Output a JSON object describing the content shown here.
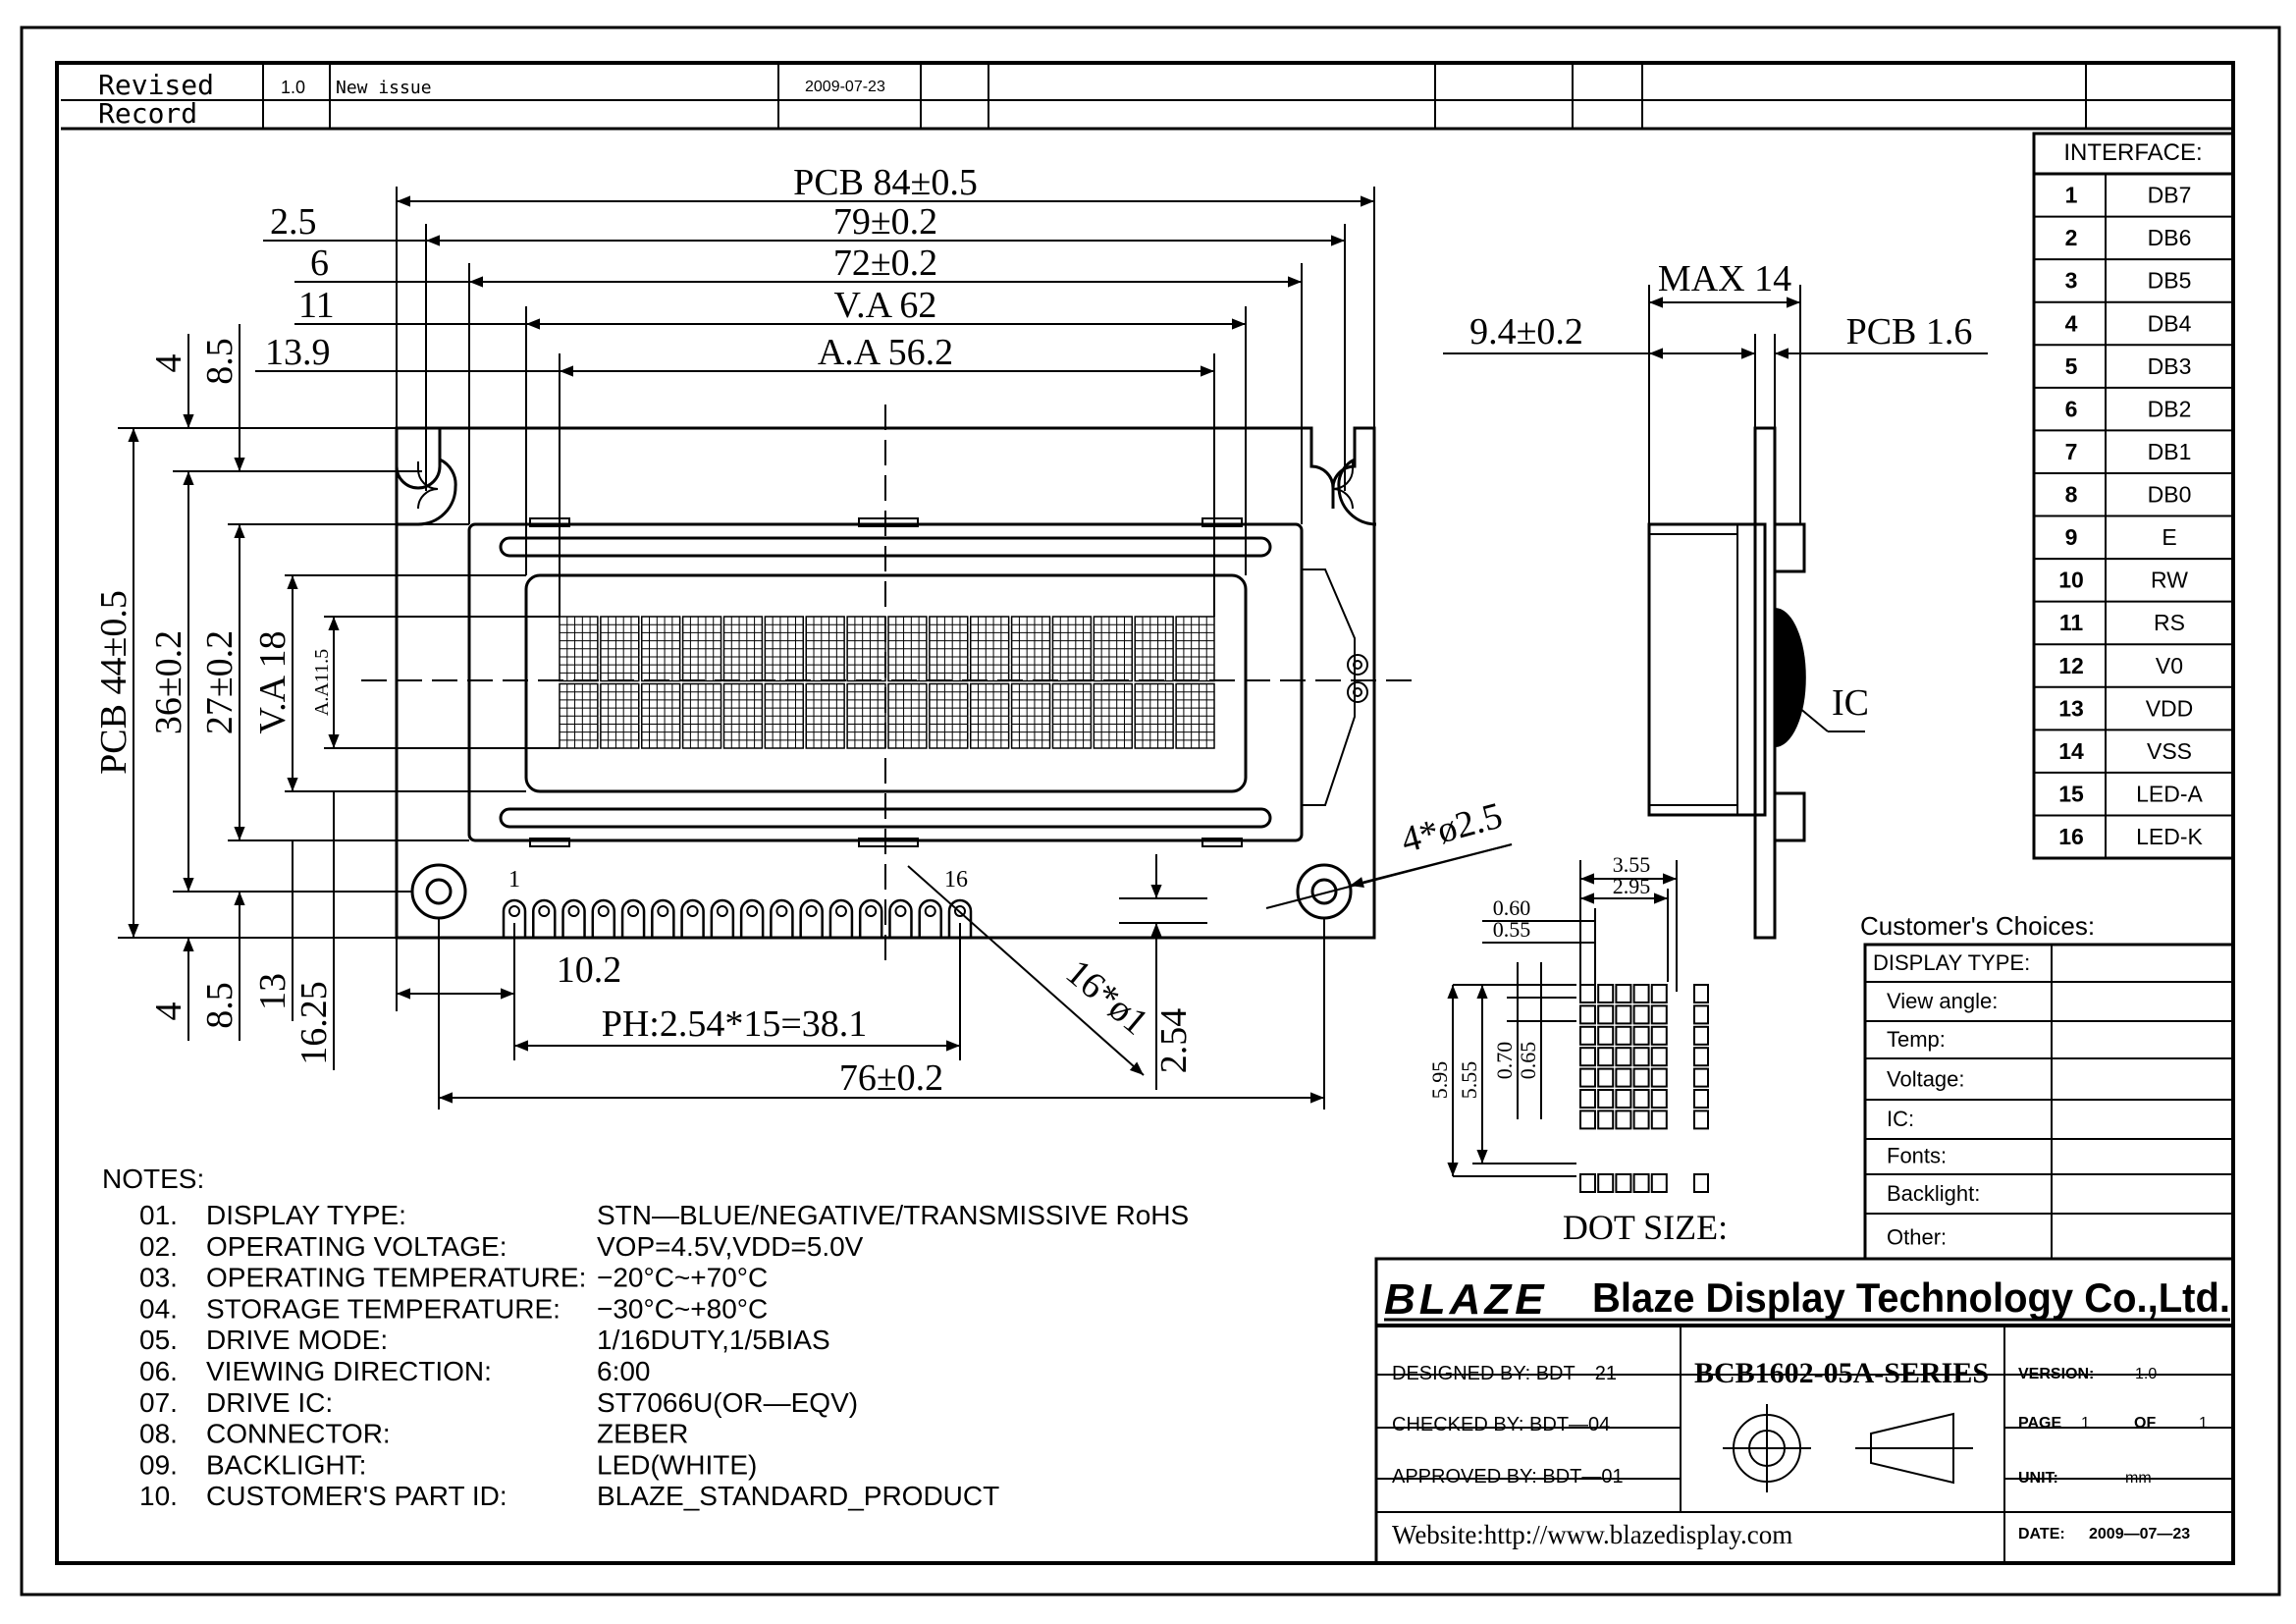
{
  "revision": {
    "label_line1": "Revised",
    "label_line2": "Record",
    "version": "1.0",
    "description": "New issue",
    "date": "2009-07-23"
  },
  "interface": {
    "title": "INTERFACE:",
    "pins": [
      {
        "no": "1",
        "name": "DB7"
      },
      {
        "no": "2",
        "name": "DB6"
      },
      {
        "no": "3",
        "name": "DB5"
      },
      {
        "no": "4",
        "name": "DB4"
      },
      {
        "no": "5",
        "name": "DB3"
      },
      {
        "no": "6",
        "name": "DB2"
      },
      {
        "no": "7",
        "name": "DB1"
      },
      {
        "no": "8",
        "name": "DB0"
      },
      {
        "no": "9",
        "name": "E"
      },
      {
        "no": "10",
        "name": "RW"
      },
      {
        "no": "11",
        "name": "RS"
      },
      {
        "no": "12",
        "name": "V0"
      },
      {
        "no": "13",
        "name": "VDD"
      },
      {
        "no": "14",
        "name": "VSS"
      },
      {
        "no": "15",
        "name": "LED-A"
      },
      {
        "no": "16",
        "name": "LED-K"
      }
    ]
  },
  "customer": {
    "title": "Customer's  Choices:",
    "rows": [
      "DISPLAY TYPE:",
      "View angle:",
      "Temp:",
      "Voltage:",
      "IC:",
      "Fonts:",
      "Backlight:",
      "Other:"
    ]
  },
  "dimensions": {
    "pcb_w": "PCB 84±0.5",
    "w79": "79±0.2",
    "w72": "72±0.2",
    "va_w": "V.A 62",
    "aa_w": "A.A 56.2",
    "d25": "2.5",
    "d6": "6",
    "d11": "11",
    "d139": "13.9",
    "d4_top": "4",
    "d85_top": "8.5",
    "pcb_h": "PCB 44±0.5",
    "h36": "36±0.2",
    "h27": "27±0.2",
    "va_h": "V.A 18",
    "aa_h": "A.A11.5",
    "d4_bot": "4",
    "d85_bot": "8.5",
    "d13": "13",
    "d1625": "16.25",
    "d102": "10.2",
    "pitch": "PH:2.54*15=38.1",
    "w76": "76±0.2",
    "d254": "2.54",
    "pin_holes": "16*ø1",
    "mount_holes": "4*ø2.5",
    "pin_first": "1",
    "pin_last": "16",
    "max14": "MAX 14",
    "d94": "9.4±0.2",
    "pcb_t": "PCB 1.6",
    "ic": "IC"
  },
  "dot_size": {
    "title": "DOT SIZE:",
    "d355": "3.55",
    "d295": "2.95",
    "d060": "0.60",
    "d055": "0.55",
    "d595": "5.95",
    "d555": "5.55",
    "d070": "0.70",
    "d065": "0.65"
  },
  "notes": {
    "title": "NOTES:",
    "items": [
      {
        "no": "01.",
        "label": "DISPLAY  TYPE:",
        "value": "STN—BLUE/NEGATIVE/TRANSMISSIVE RoHS"
      },
      {
        "no": "02.",
        "label": "OPERATING  VOLTAGE:",
        "value": "VOP=4.5V,VDD=5.0V"
      },
      {
        "no": "03.",
        "label": "OPERATING  TEMPERATURE:",
        "value": "−20°C~+70°C"
      },
      {
        "no": "04.",
        "label": "STORAGE  TEMPERATURE:",
        "value": "−30°C~+80°C"
      },
      {
        "no": "05.",
        "label": "DRIVE  MODE:",
        "value": "1/16DUTY,1/5BIAS"
      },
      {
        "no": "06.",
        "label": "VIEWING  DIRECTION:",
        "value": "6:00"
      },
      {
        "no": "07.",
        "label": "DRIVE  IC:",
        "value": "ST7066U(OR—EQV)"
      },
      {
        "no": "08.",
        "label": "CONNECTOR:",
        "value": "ZEBER"
      },
      {
        "no": "09.",
        "label": "BACKLIGHT:",
        "value": "LED(WHITE)"
      },
      {
        "no": "10.",
        "label": "CUSTOMER'S  PART  ID:",
        "value": "BLAZE_STANDARD_PRODUCT"
      }
    ]
  },
  "title_block": {
    "logo": "BLAZE",
    "company": "Blaze Display Technology Co.,Ltd.",
    "designed": "DESIGNED  BY:  BDT—21",
    "checked": "CHECKED  BY:  BDT—04",
    "approved": "APPROVED  BY: BDT—01",
    "part_no": "BCB1602-05A-SERIES",
    "version_label": "VERSION:",
    "version": "1.0",
    "page_label": "PAGE",
    "page": "1",
    "of_label": "OF",
    "pages": "1",
    "unit_label": "UNIT:",
    "unit": "mm",
    "date_label": "DATE:",
    "date": "2009—07—23",
    "website": "Website:http://www.blazedisplay.com"
  }
}
